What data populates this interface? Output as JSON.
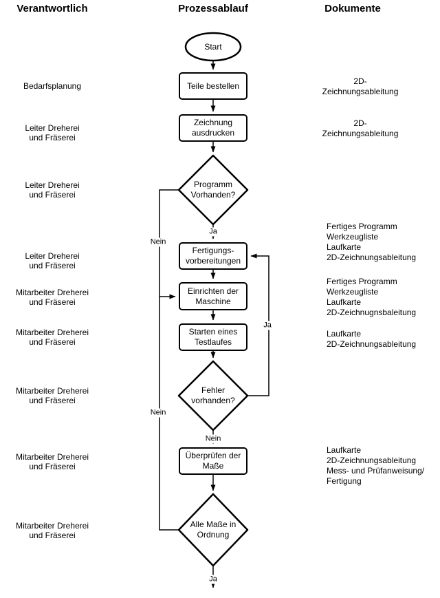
{
  "columns": {
    "verantwortlich": {
      "title": "Verantwortlich",
      "items": [
        {
          "label": "Bedarfsplanung"
        },
        {
          "label": "Leiter Dreherei\nund Fräserei"
        },
        {
          "label": "Leiter Dreherei\nund Fräserei"
        },
        {
          "label": "Leiter Dreherei\nund Fräserei"
        },
        {
          "label": "Mitarbeiter Dreherei\nund Fräserei"
        },
        {
          "label": "Mitarbeiter Dreherei\nund Fräserei"
        },
        {
          "label": "Mitarbeiter Dreherei\nund Fräserei"
        },
        {
          "label": "Mitarbeiter Dreherei\nund Fräserei"
        },
        {
          "label": "Mitarbeiter Dreherei\nund Fräserei"
        }
      ]
    },
    "prozessablauf": {
      "title": "Prozessablauf",
      "nodes": [
        {
          "type": "start",
          "label": "Start"
        },
        {
          "type": "process",
          "label": "Teile bestellen"
        },
        {
          "type": "process",
          "label": "Zeichnung\nausdrucken"
        },
        {
          "type": "decision",
          "label": "Programm\nVorhanden?"
        },
        {
          "type": "process",
          "label": "Fertigungs-\nvorbereitungen"
        },
        {
          "type": "process",
          "label": "Einrichten der\nMaschine"
        },
        {
          "type": "process",
          "label": "Starten eines\nTestlaufes"
        },
        {
          "type": "decision",
          "label": "Fehler\nvorhanden?"
        },
        {
          "type": "process",
          "label": "Überprüfen der\nMaße"
        },
        {
          "type": "decision",
          "label": "Alle Maße in\nOrdnung"
        }
      ],
      "edge_labels": {
        "programm_ja": "Ja",
        "programm_nein": "Nein",
        "fehler_ja": "Ja",
        "fehler_nein": "Nein",
        "masse_nein": "Nein",
        "masse_ja": "Ja"
      }
    },
    "dokumente": {
      "title": "Dokumente",
      "items": [
        {
          "label": "2D-\nZeichnungsableitung"
        },
        {
          "label": "2D-\nZeichnungsableitung"
        },
        {
          "label": "Fertiges Programm\nWerkzeugliste\nLaufkarte\n2D-Zeichnungsableitung"
        },
        {
          "label": "Fertiges Programm\nWerkzeugliste\nLaufkarte\n2D-Zeichnugnsbaleitung"
        },
        {
          "label": "Laufkarte\n2D-Zeichnungsableitung"
        },
        {
          "label": "Laufkarte\n2D-Zeichnungsableitung\nMess- und Prüfanweisung/\nFertigung"
        }
      ]
    }
  },
  "colors": {
    "line": "#000000",
    "background": "#ffffff"
  }
}
